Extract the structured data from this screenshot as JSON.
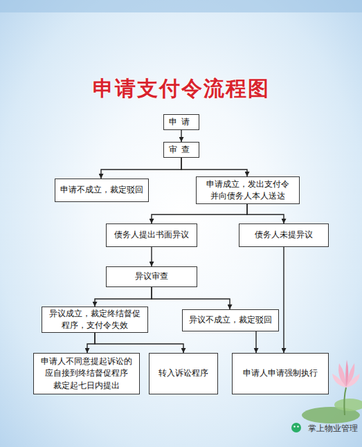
{
  "diagram": {
    "title": "申请支付令流程图",
    "nodes": [
      {
        "text": [
          "申请"
        ]
      },
      {
        "text": [
          "审查"
        ]
      },
      {
        "text": [
          "申请不成立，裁定驳回"
        ]
      },
      {
        "text": [
          "申请成立，发出支付令 并向债务人本人送达"
        ]
      },
      {
        "text": [
          "债务人提出书面异议"
        ]
      },
      {
        "text": [
          "债务人未提异议"
        ]
      },
      {
        "text": [
          "异议审查"
        ]
      },
      {
        "text": [
          "异议成立，裁定终结督促 程序，支付令失效"
        ]
      },
      {
        "text": [
          "异议不成立，裁定驳回"
        ]
      },
      {
        "text": [
          "申请人不同意提起诉讼的 应自接到终结督促程序 裁定起七日内提出"
        ]
      },
      {
        "text": [
          "转入诉讼程序"
        ]
      },
      {
        "text": [
          "申请人申请强制执行"
        ]
      }
    ],
    "edges": [
      {
        "from": 0,
        "to": 1,
        "arrow": "to"
      },
      {
        "from": 1,
        "to": 2,
        "arrow": "to"
      },
      {
        "from": 1,
        "to": 3,
        "arrow": "to"
      },
      {
        "from": 3,
        "to": 4,
        "arrow": "to"
      },
      {
        "from": 3,
        "to": 5,
        "arrow": "to"
      },
      {
        "from": 4,
        "to": 6,
        "arrow": "to"
      },
      {
        "from": 6,
        "to": 7,
        "arrow": "to"
      },
      {
        "from": 6,
        "to": 8,
        "arrow": "to"
      },
      {
        "from": 7,
        "to": 9,
        "arrow": "to"
      },
      {
        "from": 7,
        "to": 10,
        "arrow": "to"
      },
      {
        "from": 8,
        "to": 11,
        "arrow": "to"
      },
      {
        "from": 5,
        "to": 11,
        "arrow": "to"
      }
    ],
    "labels": [
      "掌上物业管理"
    ]
  }
}
